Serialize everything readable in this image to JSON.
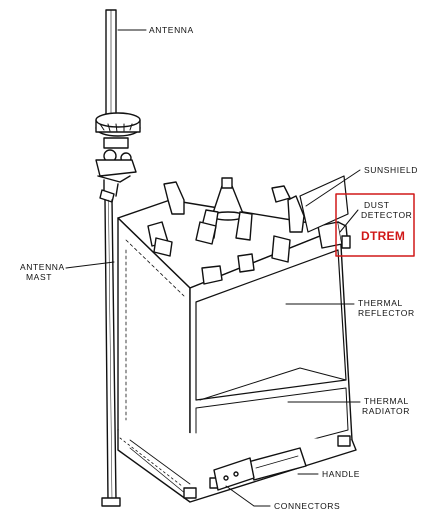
{
  "labels": {
    "antenna": "ANTENNA",
    "sunshield": "SUNSHIELD",
    "dust_detector_line1": "DUST",
    "dust_detector_line2": "DETECTOR",
    "dtrem": "DTREM",
    "antenna_mast_line1": "ANTENNA",
    "antenna_mast_line2": "MAST",
    "thermal_reflector_line1": "THERMAL",
    "thermal_reflector_line2": "REFLECTOR",
    "thermal_radiator_line1": "THERMAL",
    "thermal_radiator_line2": "RADIATOR",
    "handle": "HANDLE",
    "connectors": "CONNECTORS"
  },
  "colors": {
    "ink": "#111111",
    "highlight": "#d01818"
  }
}
